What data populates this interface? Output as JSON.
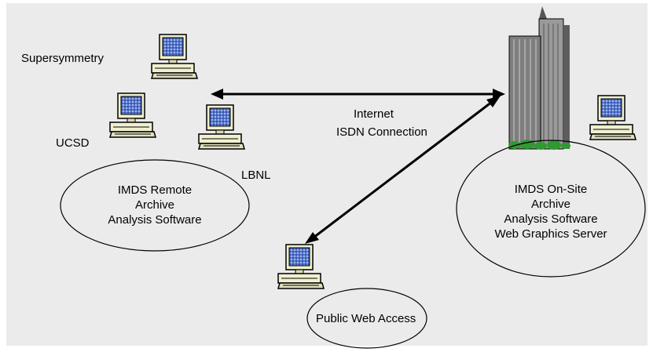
{
  "labels": {
    "supersymmetry": "Supersymmetry",
    "ucsd": "UCSD",
    "lbnl": "LBNL",
    "internet": "Internet",
    "isdn": "ISDN Connection"
  },
  "remote_site": [
    "IMDS Remote",
    "Archive",
    "Analysis Software"
  ],
  "onsite": [
    "IMDS On-Site",
    "Archive",
    "Analysis Software",
    "Web Graphics Server"
  ],
  "public": "Public Web Access",
  "colors": {
    "background": "#ebebeb",
    "screen": "#5577cc",
    "monitor": "#f0f0d0",
    "tower": "#7e7e7e",
    "shrub": "#2f9a2f"
  },
  "icons": [
    "workstation-icon",
    "office-tower-icon",
    "shrub-icon",
    "arrowhead-icon"
  ]
}
